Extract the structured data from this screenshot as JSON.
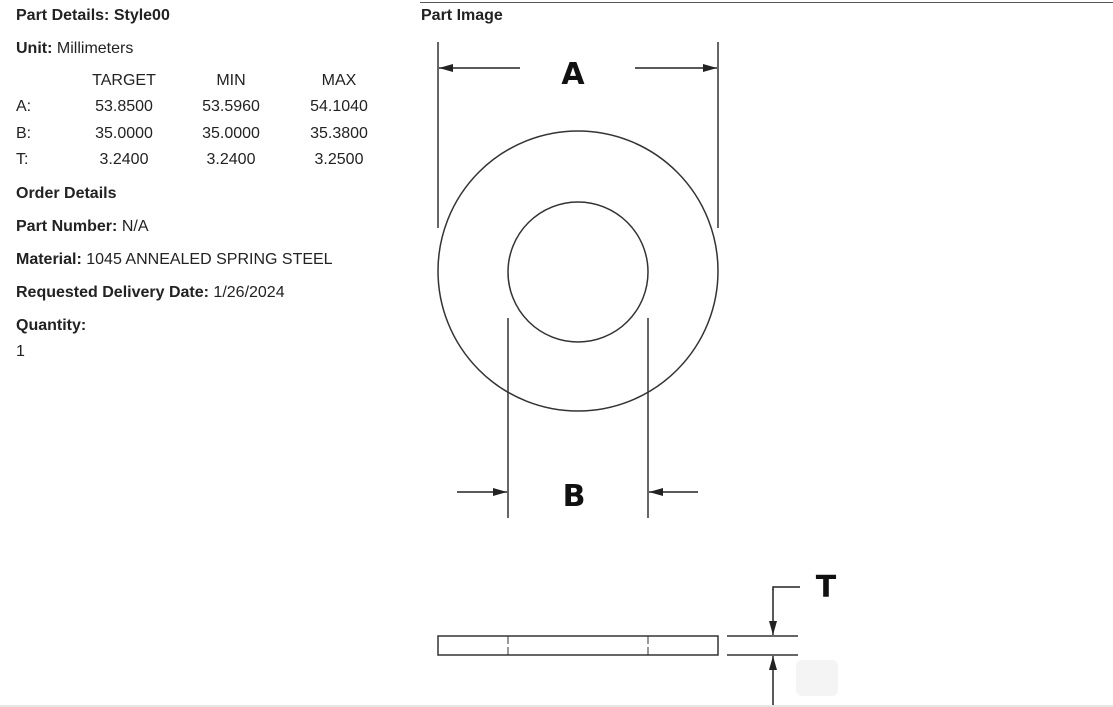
{
  "part_details": {
    "heading": "Part Details: Style00",
    "unit_label": "Unit:",
    "unit_value": "Millimeters"
  },
  "dimensions": {
    "columns": [
      "TARGET",
      "MIN",
      "MAX"
    ],
    "rows": [
      {
        "label": "A:",
        "target": "53.8500",
        "min": "53.5960",
        "max": "54.1040"
      },
      {
        "label": "B:",
        "target": "35.0000",
        "min": "35.0000",
        "max": "35.3800"
      },
      {
        "label": "T:",
        "target": "3.2400",
        "min": "3.2400",
        "max": "3.2500"
      }
    ]
  },
  "order_details": {
    "heading": "Order Details",
    "part_number_label": "Part Number:",
    "part_number_value": "N/A",
    "material_label": "Material:",
    "material_value": "1045 ANNEALED SPRING STEEL",
    "delivery_label": "Requested Delivery Date:",
    "delivery_value": "1/26/2024",
    "quantity_label": "Quantity:",
    "quantity_value": "1"
  },
  "part_image": {
    "heading": "Part Image",
    "label_a": "A",
    "label_b": "B",
    "label_t": "T"
  }
}
